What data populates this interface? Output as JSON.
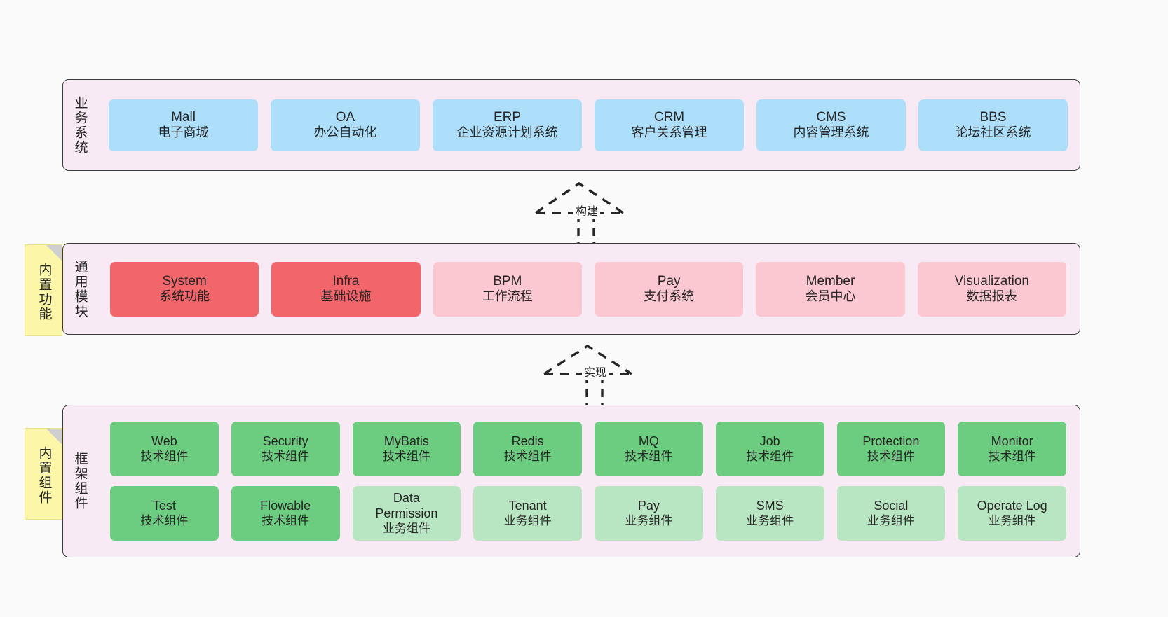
{
  "diagram": {
    "title": "",
    "background": "#fafafa",
    "layers": [
      {
        "id": "business",
        "label": "业务系统",
        "band_color": "#f8eaf4",
        "cards": [
          {
            "en": "Mall",
            "cn": "电子商城",
            "color": "#addffb"
          },
          {
            "en": "OA",
            "cn": "办公自动化",
            "color": "#addffb"
          },
          {
            "en": "ERP",
            "cn": "企业资源计划系统",
            "color": "#addffb"
          },
          {
            "en": "CRM",
            "cn": "客户关系管理",
            "color": "#addffb"
          },
          {
            "en": "CMS",
            "cn": "内容管理系统",
            "color": "#addffb"
          },
          {
            "en": "BBS",
            "cn": "论坛社区系统",
            "color": "#addffb"
          }
        ]
      },
      {
        "id": "common",
        "label": "通用模块",
        "band_color": "#f8eaf4",
        "cards": [
          {
            "en": "System",
            "cn": "系统功能",
            "color": "#f2656a"
          },
          {
            "en": "Infra",
            "cn": "基础设施",
            "color": "#f2656a"
          },
          {
            "en": "BPM",
            "cn": "工作流程",
            "color": "#fbc7d0"
          },
          {
            "en": "Pay",
            "cn": "支付系统",
            "color": "#fbc7d0"
          },
          {
            "en": "Member",
            "cn": "会员中心",
            "color": "#fbc7d0"
          },
          {
            "en": "Visualization",
            "cn": "数据报表",
            "color": "#fbc7d0"
          }
        ]
      },
      {
        "id": "framework",
        "label": "框架组件",
        "band_color": "#f8eaf4",
        "rows": [
          [
            {
              "en": "Web",
              "cn": "技术组件",
              "color": "#6ccc7f"
            },
            {
              "en": "Security",
              "cn": "技术组件",
              "color": "#6ccc7f"
            },
            {
              "en": "MyBatis",
              "cn": "技术组件",
              "color": "#6ccc7f"
            },
            {
              "en": "Redis",
              "cn": "技术组件",
              "color": "#6ccc7f"
            },
            {
              "en": "MQ",
              "cn": "技术组件",
              "color": "#6ccc7f"
            },
            {
              "en": "Job",
              "cn": "技术组件",
              "color": "#6ccc7f"
            },
            {
              "en": "Protection",
              "cn": "技术组件",
              "color": "#6ccc7f"
            },
            {
              "en": "Monitor",
              "cn": "技术组件",
              "color": "#6ccc7f"
            }
          ],
          [
            {
              "en": "Test",
              "cn": "技术组件",
              "color": "#6ccc7f"
            },
            {
              "en": "Flowable",
              "cn": "技术组件",
              "color": "#6ccc7f"
            },
            {
              "en": "Data Permission",
              "cn": "业务组件",
              "color": "#b9e6c2"
            },
            {
              "en": "Tenant",
              "cn": "业务组件",
              "color": "#b9e6c2"
            },
            {
              "en": "Pay",
              "cn": "业务组件",
              "color": "#b9e6c2"
            },
            {
              "en": "SMS",
              "cn": "业务组件",
              "color": "#b9e6c2"
            },
            {
              "en": "Social",
              "cn": "业务组件",
              "color": "#b9e6c2"
            },
            {
              "en": "Operate Log",
              "cn": "业务组件",
              "color": "#b9e6c2"
            }
          ]
        ]
      }
    ],
    "notes": [
      {
        "id": "functions",
        "label": "内置功能",
        "color": "#fbf6a8"
      },
      {
        "id": "components",
        "label": "内置组件",
        "color": "#fbf6a8"
      }
    ],
    "connectors": [
      {
        "id": "build",
        "label": "构建",
        "style": "dashed-hollow-triangle"
      },
      {
        "id": "implement",
        "label": "实现",
        "style": "dashed-hollow-triangle"
      }
    ]
  }
}
